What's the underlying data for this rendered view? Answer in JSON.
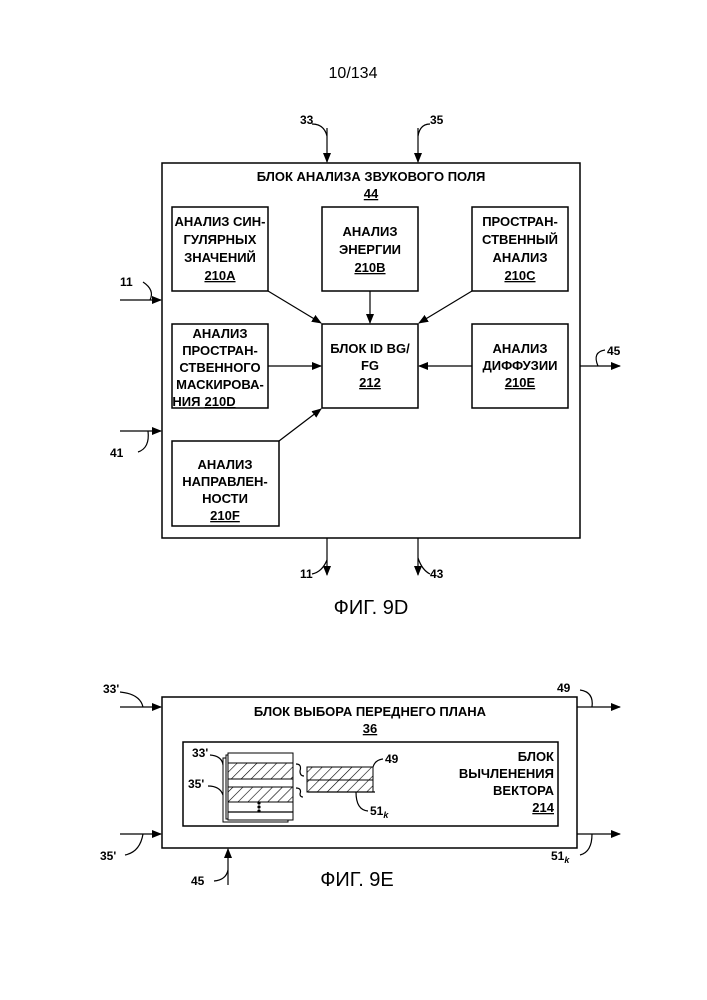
{
  "page_number": "10/134",
  "fig9d": {
    "caption": "ФИГ. 9D",
    "outer": {
      "title": "БЛОК АНАЛИЗА ЗВУКОВОГО ПОЛЯ",
      "ref": "44"
    },
    "box_a": {
      "lines": [
        "АНАЛИЗ СИН-",
        "ГУЛЯРНЫХ",
        "ЗНАЧЕНИЙ"
      ],
      "ref": "210A"
    },
    "box_b": {
      "lines": [
        "АНАЛИЗ",
        "ЭНЕРГИИ"
      ],
      "ref": "210B"
    },
    "box_c": {
      "lines": [
        "ПРОСТРАН-",
        "СТВЕННЫЙ",
        "АНАЛИЗ"
      ],
      "ref": "210C"
    },
    "box_d": {
      "lines": [
        "АНАЛИЗ",
        "ПРОСТРАН-",
        "СТВЕННОГО",
        "МАСКИРОВА-",
        "НИЯ"
      ],
      "ref": "210D"
    },
    "box_center": {
      "lines": [
        "БЛОК ID BG/",
        "FG"
      ],
      "ref": "212"
    },
    "box_e": {
      "lines": [
        "АНАЛИЗ",
        "ДИФФУЗИИ"
      ],
      "ref": "210E"
    },
    "box_f": {
      "lines": [
        "АНАЛИЗ",
        "НАПРАВЛЕН-",
        "НОСТИ"
      ],
      "ref": "210F"
    },
    "signals": {
      "in_top_1": "33",
      "in_top_2": "35",
      "in_left_1": "11",
      "in_left_2": "41",
      "out_right": "45",
      "out_bottom_1": "11",
      "out_bottom_2": "43"
    }
  },
  "fig9e": {
    "caption": "ФИГ. 9E",
    "outer": {
      "title": "БЛОК ВЫБОРА ПЕРЕДНЕГО ПЛАНА",
      "ref": "36"
    },
    "inner": {
      "lines": [
        "БЛОК",
        "ВЫЧЛЕНЕНИЯ",
        "ВЕКТОРА"
      ],
      "ref": "214"
    },
    "inner_labels": {
      "a": "33'",
      "b": "35'",
      "c": "49",
      "d": "51",
      "d_sub": "k"
    },
    "signals": {
      "in_left_1": "33'",
      "in_left_2": "35'",
      "in_bottom": "45",
      "out_right_1": "49",
      "out_right_2": "51",
      "out_right_2_sub": "k"
    }
  }
}
